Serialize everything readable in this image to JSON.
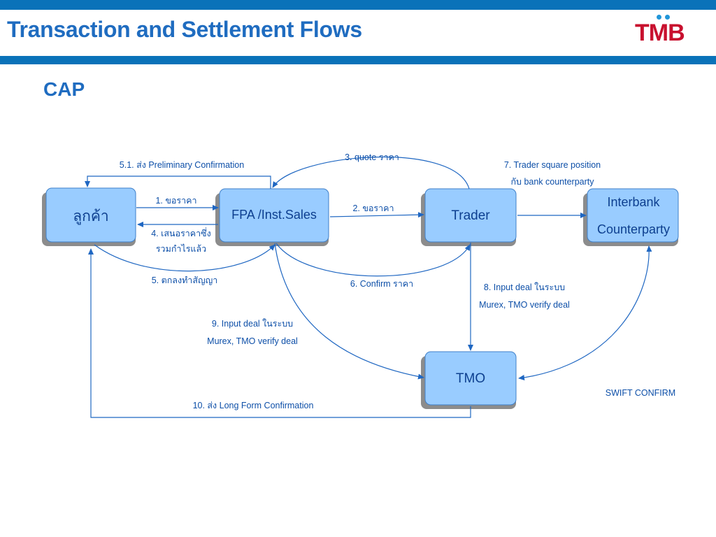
{
  "header": {
    "title": "Transaction and Settlement Flows",
    "logo_text": "TMB"
  },
  "section": {
    "subtitle": "CAP"
  },
  "nodes": {
    "customer": "ลูกค้า",
    "fpa": "FPA /Inst.Sales",
    "trader": "Trader",
    "interbank_line1": "Interbank",
    "interbank_line2": "Counterparty",
    "tmo": "TMO"
  },
  "flows": {
    "f1": "1. ขอราคา",
    "f2": "2. ขอราคา",
    "f3": "3. quote ราคา",
    "f4_line1": "4. เสนอราคาซึ่ง",
    "f4_line2": "รวมกำไรแล้ว",
    "f5": "5. ตกลงทำสัญญา",
    "f51": "5.1. ส่ง Preliminary Confirmation",
    "f6": "6. Confirm ราคา",
    "f7_line1": "7. Trader square position",
    "f7_line2": "กับ bank counterparty",
    "f8_line1": "8. Input deal ในระบบ",
    "f8_line2": "Murex, TMO verify deal",
    "f9_line1": "9. Input deal ในระบบ",
    "f9_line2": "Murex, TMO verify deal",
    "f10": "10. ส่ง Long Form Confirmation",
    "swift": "SWIFT CONFIRM"
  },
  "colors": {
    "brand_blue": "#0a72b9",
    "title_blue": "#1f6cc0",
    "node_fill": "#99ccff",
    "node_shadow": "#8c8c8c",
    "arrow": "#1f67c2",
    "logo_red": "#c8102e"
  }
}
